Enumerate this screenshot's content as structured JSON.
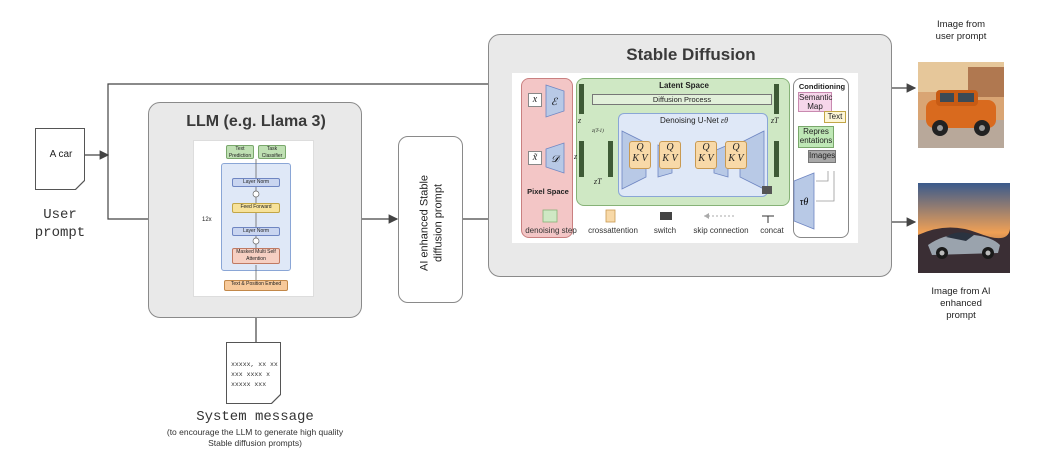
{
  "prompt_doc": {
    "text": "A car",
    "label_line1": "User",
    "label_line2": "prompt"
  },
  "llm": {
    "title": "LLM (e.g. Llama 3)",
    "arch": {
      "top_left": "Text Prediction",
      "top_right": "Task Classifier",
      "layer_norm_top": "Layer Norm",
      "feed_forward": "Feed Forward",
      "layer_norm_mid": "Layer Norm",
      "masked_attention": "Masked Multi Self Attention",
      "embed": "Text & Position Embed",
      "repeat": "12x"
    }
  },
  "enhanced_prompt": {
    "line1": "AI enhanced  Stable",
    "line2": "diffusion prompt"
  },
  "system_message": {
    "doc_lines": [
      "xxxxx, xx xx",
      "xxx xxxx x",
      "xxxxx xxx"
    ],
    "title": "System message",
    "sub1": "(to encourage the LLM to generate high quality",
    "sub2": "Stable diffusion prompts)"
  },
  "stable_diffusion": {
    "title": "Stable Diffusion",
    "latent_space": "Latent Space",
    "diffusion_process": "Diffusion Process",
    "denoising_unet": "Denoising U-Net",
    "unet_symbol": "εθ",
    "pixel_space": "Pixel Space",
    "x": "x",
    "x_hat": "x̃",
    "encoder": "ℰ",
    "decoder": "𝒟",
    "z": "z",
    "z_T": "zT",
    "z_T_minus": "z(T-1)",
    "tau": "τθ",
    "conditioning": {
      "title": "Conditioning",
      "items": [
        "Semantic Map",
        "Text",
        "Repres entations",
        "Images"
      ]
    },
    "qkv": {
      "q": "Q",
      "kv": "K V"
    },
    "legend": [
      {
        "label": "denoising step"
      },
      {
        "label": "crossattention"
      },
      {
        "label": "switch"
      },
      {
        "label": "skip connection"
      },
      {
        "label": "concat"
      }
    ]
  },
  "outputs": {
    "user_image_label_line1": "Image from",
    "user_image_label_line2": "user prompt",
    "ai_image_label_line1": "Image from AI",
    "ai_image_label_line2": "enhanced",
    "ai_image_label_line3": "prompt"
  },
  "colors": {
    "panel_gray": "#e9e9e9",
    "latent_green": "#cfe8c4",
    "pixel_pink": "#f3c6c6",
    "unet_blue": "#b8c9e6",
    "qkv_orange": "#f8d9a8",
    "arrow": "#444444"
  }
}
